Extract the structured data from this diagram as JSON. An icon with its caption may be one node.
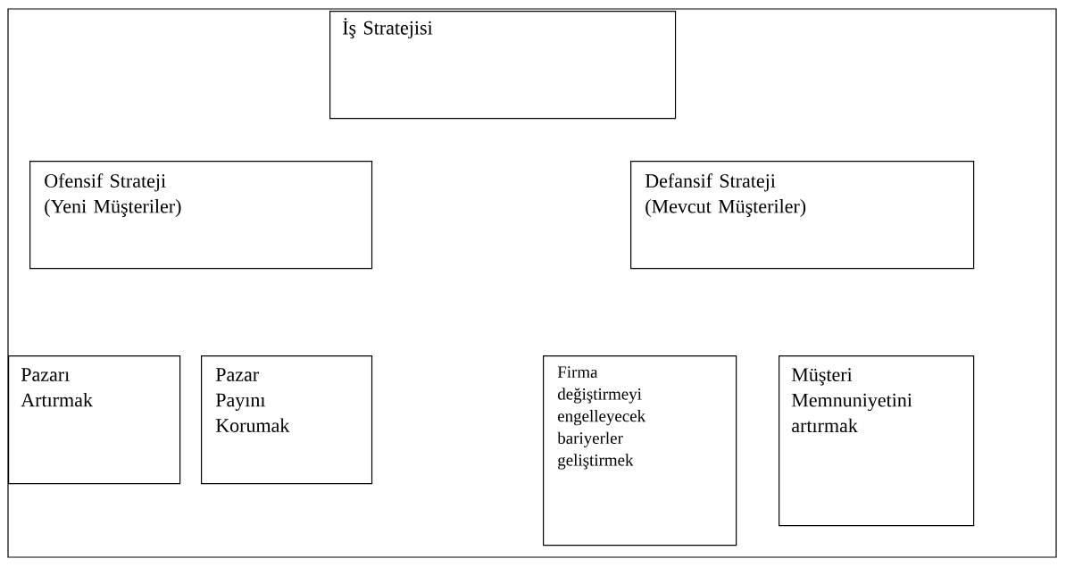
{
  "diagram": {
    "nodes": [
      {
        "text": [
          "İş Stratejisi"
        ]
      },
      {
        "text": [
          "Ofensif Strateji (Yeni Müşteriler)"
        ]
      },
      {
        "text": [
          "Defansif Strateji (Mevcut Müşteriler)"
        ]
      },
      {
        "text": [
          "Pazarı Artırmak"
        ]
      },
      {
        "text": [
          "Pazar Payını Korumak"
        ]
      },
      {
        "text": [
          "Firma değiştirmeyi engelleyecek bariyerler geliştirmek"
        ]
      },
      {
        "text": [
          "Müşteri Memnuniyetini artırmak"
        ]
      }
    ]
  }
}
